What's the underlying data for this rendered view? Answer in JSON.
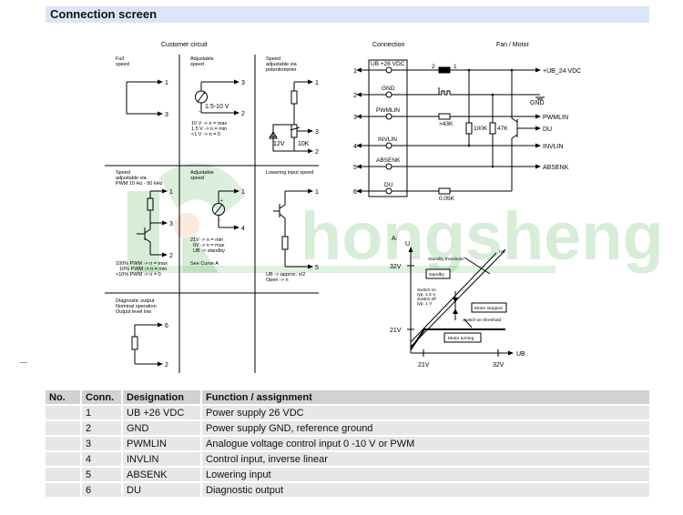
{
  "header": {
    "title": "Connection screen"
  },
  "watermark": {
    "text": "hongsheng",
    "color": "#4caf50"
  },
  "customer_circuit": {
    "heading": "Customer circuit",
    "cells": [
      {
        "id": "full-speed",
        "label_lines": [
          "Full",
          "speed"
        ],
        "pins": [
          "1",
          "3"
        ],
        "notes": []
      },
      {
        "id": "adjustable-speed-voltage",
        "label_lines": [
          "Adjustable",
          "speed"
        ],
        "pins": [
          "3",
          "2"
        ],
        "source_label": "1.5-10 V",
        "notes": [
          "10 V -> n = max",
          "1.5 V -> n = min",
          "<1 V -> n = 0"
        ]
      },
      {
        "id": "speed-potentiometer",
        "label_lines": [
          "Speed",
          "adjustable via",
          "potentiometer"
        ],
        "pins": [
          "1",
          "3",
          "2"
        ],
        "zener_label": "12V",
        "pot_label": "10K",
        "notes": []
      },
      {
        "id": "speed-pwm",
        "label_lines": [
          "Speed",
          "adjustable via",
          "PWM 10 Hz - 50 kHz"
        ],
        "pins": [
          "1",
          "3",
          "2"
        ],
        "notes": [
          "100% PWM -> n = max",
          "10% PWM -> n = min",
          "<10% PWM -> n = 0"
        ]
      },
      {
        "id": "adjustable-speed-inverse",
        "label_lines": [
          "Adjustable",
          "speed"
        ],
        "pins": [
          "1",
          "4"
        ],
        "notes": [
          "21V -> n = min",
          "0V -> n = max",
          "UB -> standby",
          "",
          "See Curve A"
        ]
      },
      {
        "id": "lowering-input",
        "label_lines": [
          "Lowering input speed"
        ],
        "pins": [
          "1",
          "5"
        ],
        "notes": [
          "UB -> approx. n/2",
          "Open -> n"
        ]
      },
      {
        "id": "diagnostic-output",
        "label_lines": [
          "Diagnostic output",
          "Nominal operation",
          "Output level low"
        ],
        "pins": [
          "6",
          "2"
        ],
        "notes": []
      }
    ]
  },
  "connection": {
    "heading": "Connection",
    "fan_heading": "Fan / Motor",
    "terminals": [
      {
        "num": "1",
        "name": "UB +26 VDC"
      },
      {
        "num": "2",
        "name": "GND"
      },
      {
        "num": "3",
        "name": "PWMLIN"
      },
      {
        "num": "4",
        "name": "INVLIN"
      },
      {
        "num": "5",
        "name": "ABSENK"
      },
      {
        "num": "6",
        "name": "DU"
      }
    ],
    "outputs": [
      "+UB_24 VDC",
      "GND",
      "PWMLIN",
      "DU",
      "INVLIN",
      "ABSENK"
    ],
    "components": {
      "r_pwm": ">43K",
      "r_100k": "100K",
      "r_47k": "47K",
      "r_du": "0.05K",
      "fuse_pin2": "2",
      "fuse_pin1": "1"
    }
  },
  "curve": {
    "label": "A:",
    "y_axis": "U",
    "x_axis": "UB",
    "y_ticks": [
      "32V",
      "21V"
    ],
    "x_ticks": [
      "21V",
      "32V"
    ],
    "line_label": "UB",
    "annotations": {
      "standby_threshold": "Standby threshold",
      "standby": "standby",
      "switch_text": [
        "Switch on",
        "typ. 1.5 V",
        "Switch off",
        "typ. 1 V"
      ],
      "motor_stopped": "Motor stopped",
      "switch_on_threshold": "Switch-on threshold",
      "motor_turning": "Motor turning"
    }
  },
  "table": {
    "headers": [
      "No.",
      "Conn.",
      "Designation",
      "Function / assignment"
    ],
    "rows": [
      {
        "no": "",
        "conn": "1",
        "designation": "UB +26 VDC",
        "function": "Power supply 26 VDC"
      },
      {
        "no": "",
        "conn": "2",
        "designation": "GND",
        "function": "Power supply GND, reference ground"
      },
      {
        "no": "",
        "conn": "3",
        "designation": "PWMLIN",
        "function": "Analogue voltage control input 0 -10 V or PWM"
      },
      {
        "no": "",
        "conn": "4",
        "designation": "INVLIN",
        "function": "Control input, inverse linear"
      },
      {
        "no": "",
        "conn": "5",
        "designation": "ABSENK",
        "function": "Lowering input"
      },
      {
        "no": "",
        "conn": "6",
        "designation": "DU",
        "function": "Diagnostic output"
      }
    ]
  }
}
